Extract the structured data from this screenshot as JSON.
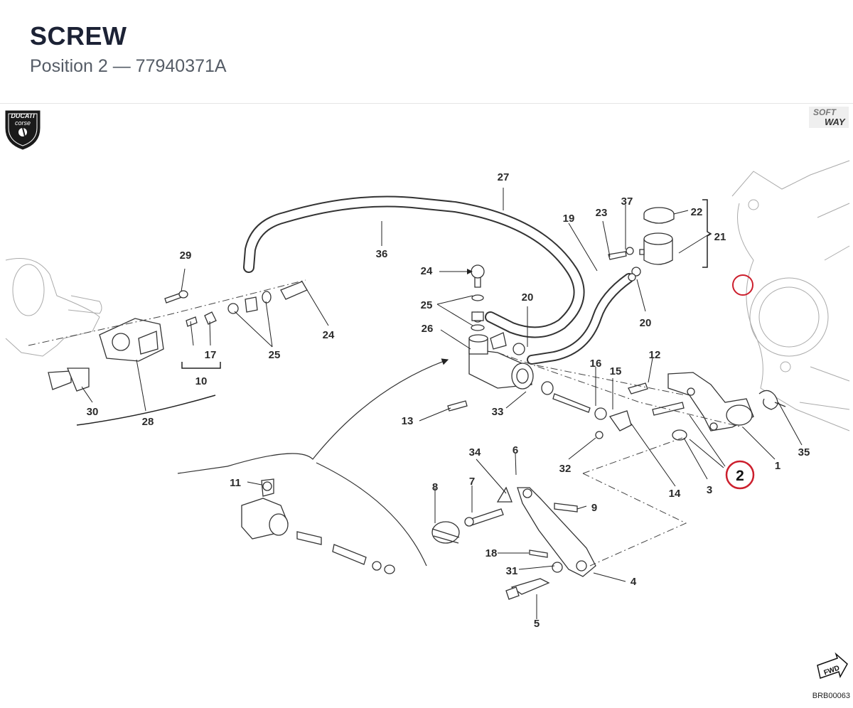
{
  "header": {
    "title": "SCREW",
    "subtitle": "Position 2 — 77940371A"
  },
  "brand": {
    "logo_top": "DUCATI",
    "logo_bottom": "corse",
    "softway_1": "SOFT",
    "softway_2": "WAY",
    "fwd": "FWD"
  },
  "drawing_code": "BRB00063",
  "highlight": {
    "label": "2",
    "color": "#cc1f2d"
  },
  "callouts": [
    "27",
    "36",
    "19",
    "37",
    "23",
    "22",
    "21",
    "24",
    "25",
    "26",
    "20",
    "20",
    "16",
    "15",
    "12",
    "13",
    "33",
    "29",
    "17",
    "10",
    "24",
    "25",
    "30",
    "28",
    "32",
    "3",
    "14",
    "1",
    "35",
    "34",
    "6",
    "11",
    "8",
    "7",
    "9",
    "18",
    "31",
    "4",
    "5"
  ]
}
